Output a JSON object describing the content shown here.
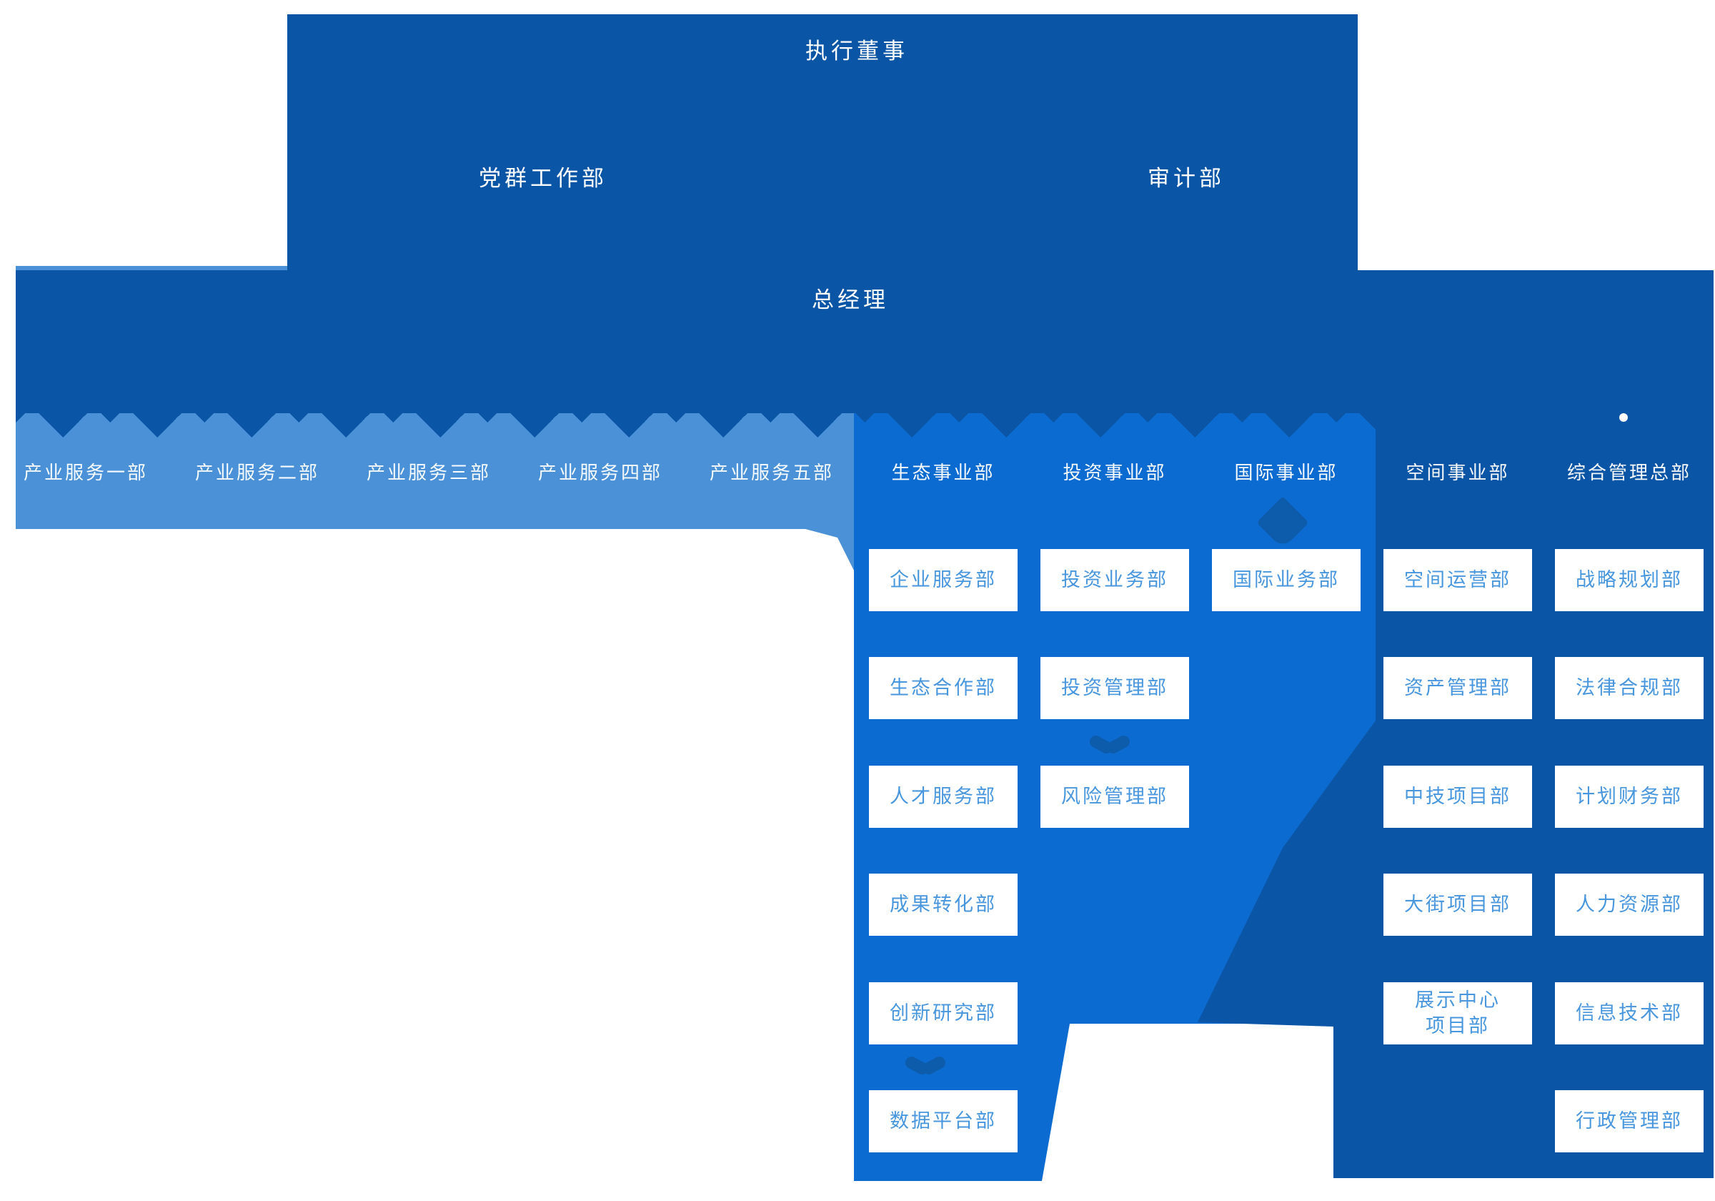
{
  "org": {
    "executive": "执行董事",
    "staff_left": "党群工作部",
    "staff_right": "审计部",
    "general_manager": "总经理",
    "divisions": [
      {
        "name": "产业服务一部",
        "children": []
      },
      {
        "name": "产业服务二部",
        "children": []
      },
      {
        "name": "产业服务三部",
        "children": []
      },
      {
        "name": "产业服务四部",
        "children": []
      },
      {
        "name": "产业服务五部",
        "children": []
      },
      {
        "name": "生态事业部",
        "children": [
          "企业服务部",
          "生态合作部",
          "人才服务部",
          "成果转化部",
          "创新研究部",
          "数据平台部"
        ]
      },
      {
        "name": "投资事业部",
        "children": [
          "投资业务部",
          "投资管理部",
          "风险管理部"
        ]
      },
      {
        "name": "国际事业部",
        "children": [
          "国际业务部"
        ]
      },
      {
        "name": "空间事业部",
        "children": [
          "空间运营部",
          "资产管理部",
          "中技项目部",
          "大街项目部",
          "展示中心\n项目部"
        ]
      },
      {
        "name": "综合管理总部",
        "children": [
          "战略规划部",
          "法律合规部",
          "计划财务部",
          "人力资源部",
          "信息技术部",
          "行政管理部"
        ]
      }
    ],
    "colors": {
      "dark_blue": "#0a55a5",
      "bright_blue": "#0c6bd0",
      "light_blue": "#4a91d8",
      "card_text_blue": "#4896dd",
      "card_background": "#ffffff"
    }
  }
}
